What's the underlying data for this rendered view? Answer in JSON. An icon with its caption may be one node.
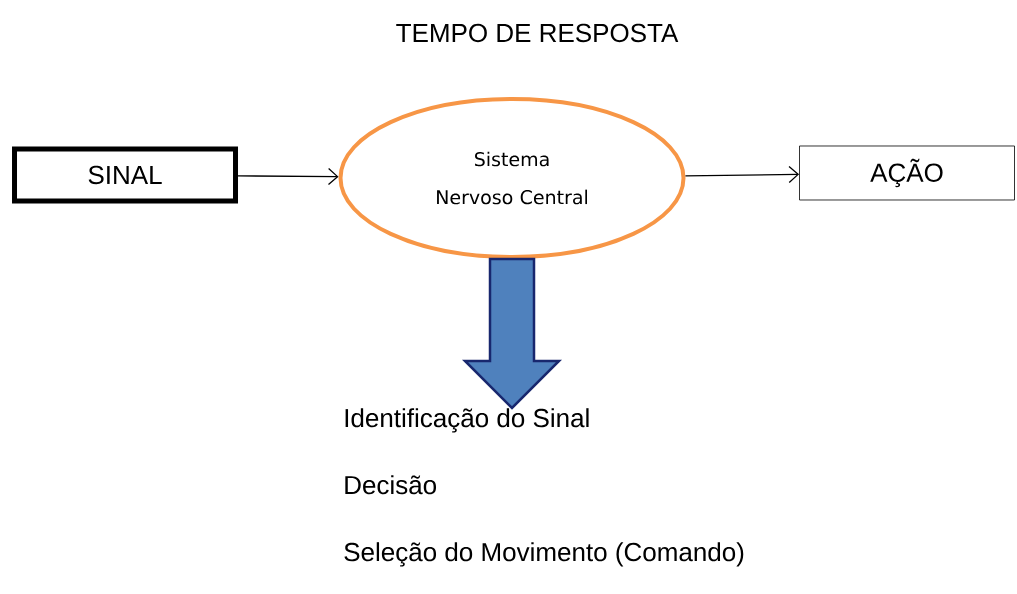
{
  "diagram": {
    "title": "TEMPO DE RESPOSTA",
    "nodes": [
      {
        "text": [
          "SINAL"
        ]
      },
      {
        "text": [
          "Sistema Nervoso Central"
        ]
      },
      {
        "text": [
          "AÇÃO"
        ]
      },
      {
        "text": [
          "Identificação do Sinal",
          "Decisão",
          "Seleção do Movimento (Comando)"
        ]
      }
    ],
    "edges": [
      {
        "from": 0,
        "to": 1,
        "arrow": "to"
      },
      {
        "from": 1,
        "to": 2,
        "arrow": "to"
      },
      {
        "from": 1,
        "to": 3,
        "arrow": "to",
        "style": "thick",
        "color": "#4f81bd"
      }
    ]
  }
}
